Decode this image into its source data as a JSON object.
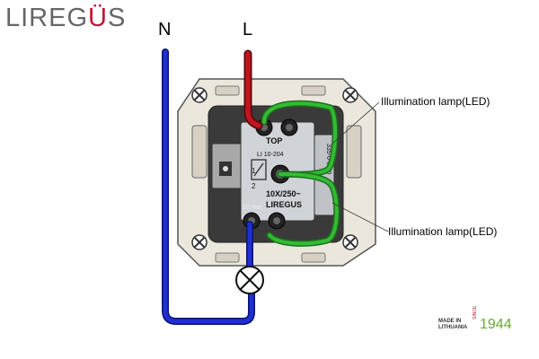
{
  "brand": {
    "prefix": "LIREG",
    "accent_char": "Ü",
    "suffix": "S",
    "accent_color": "#c8102e"
  },
  "wires": {
    "neutral_label": "N",
    "live_label": "L",
    "neutral_color": "#1f2fd0",
    "live_color": "#c0161e",
    "led_wire_color": "#33bb33"
  },
  "annotations": {
    "led_top": "Illumination lamp(LED)",
    "led_bottom": "Illumination lamp(LED)"
  },
  "switch_markings": {
    "top": "TOP",
    "model": "LI 10-204",
    "rating": "10X/250~",
    "brand": "LIREGUS",
    "strip": "10 mm",
    "side_code": "335-0-00-0",
    "terminal_1": "1",
    "terminal_2": "2"
  },
  "footer": {
    "made_line1": "MADE IN",
    "made_line2": "LITHUANIA",
    "since": "SINCE",
    "year": "1944",
    "year_color": "#6aa83a"
  },
  "icons": [
    "lamp-icon",
    "screw-icon",
    "switch-symbol-icon"
  ]
}
